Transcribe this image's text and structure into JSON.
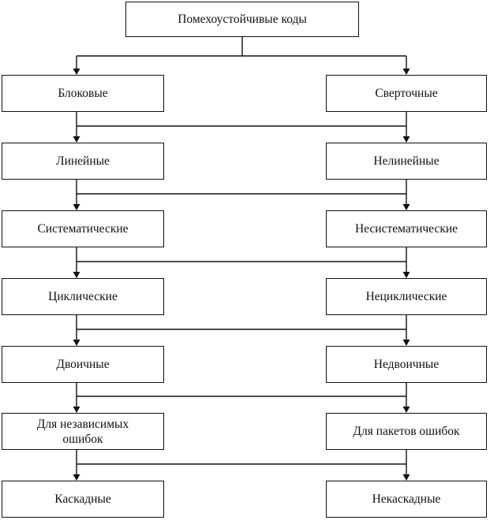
{
  "diagram": {
    "root": "Помехоустойчивые коды",
    "rows": [
      {
        "left": "Блоковые",
        "right": "Сверточные"
      },
      {
        "left": "Линейные",
        "right": "Нелинейные"
      },
      {
        "left": "Систематические",
        "right": "Несистематические"
      },
      {
        "left": "Циклические",
        "right": "Нециклические"
      },
      {
        "left": "Двоичные",
        "right": "Недвоичные"
      },
      {
        "left": "Для независимых\nошибок",
        "right": "Для пакетов ошибок"
      },
      {
        "left": "Каскадные",
        "right": "Некаскадные"
      }
    ],
    "colors": {
      "line": "#111111",
      "background": "#ffffff"
    }
  }
}
